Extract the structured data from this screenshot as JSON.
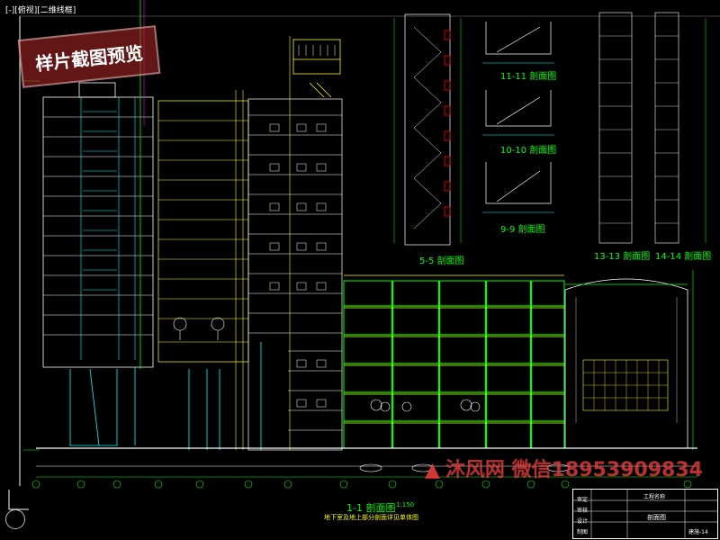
{
  "window": {
    "tab_label": "[-][俯视][二维线框]"
  },
  "watermark": {
    "text": "样片截图预览",
    "contact_text": "沐风网 微信18953909834"
  },
  "sections": {
    "main_label": "1-1 剖面图",
    "main_scale": "1:150",
    "main_note": "地下室及地上部分剖面详见单体图",
    "s55_label": "5-5 剖面图",
    "s1111_label": "11-11 剖面图",
    "s1010_label": "10-10 剖面图",
    "s99_label": "9-9 剖面图",
    "s1313_label": "13-13 剖面图",
    "s1414_label": "14-14 剖面图"
  },
  "title_block": {
    "project": "工程名称",
    "drawing": "剖面图",
    "row1": "审定",
    "row2": "审核",
    "row3": "设计",
    "row4": "制图",
    "sheet": "建施-14"
  },
  "colors": {
    "yellow": "#ffff00",
    "green": "#00ff00",
    "cyan": "#00ffff",
    "white": "#ffffff",
    "magenta": "#ff00ff"
  }
}
